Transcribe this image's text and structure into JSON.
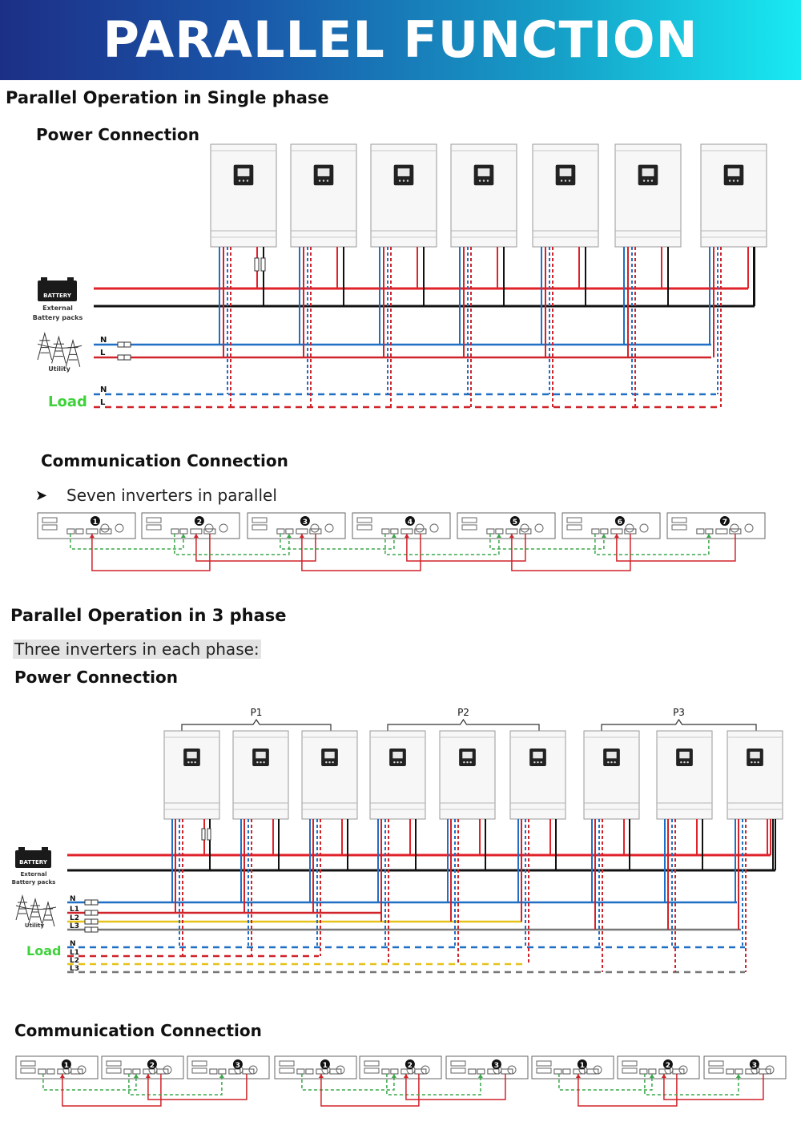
{
  "banner": {
    "title": "PARALLEL FUNCTION"
  },
  "single_phase": {
    "heading": "Parallel Operation in Single phase",
    "power_heading": "Power Connection",
    "comm_heading": "Communication Connection",
    "comm_note": "Seven inverters in parallel",
    "battery_label": "BATTERY",
    "battery_caption_1": "External",
    "battery_caption_2": "Battery packs",
    "utility_caption": "Utility",
    "load_label": "Load",
    "line_labels": [
      "N",
      "L"
    ],
    "load_line_labels": [
      "N",
      "L"
    ],
    "inverter_numbers": [
      "1",
      "2",
      "3",
      "4",
      "5",
      "6",
      "7"
    ]
  },
  "three_phase": {
    "heading": "Parallel Operation in 3 phase",
    "note": "Three inverters in each phase:",
    "power_heading": "Power Connection",
    "comm_heading": "Communication Connection",
    "battery_label": "BATTERY",
    "battery_caption_1": "External",
    "battery_caption_2": "Battery packs",
    "utility_caption": "Utility",
    "load_label": "Load",
    "line_labels": [
      "N",
      "L1",
      "L2",
      "L3"
    ],
    "load_line_labels": [
      "N",
      "L1",
      "L2",
      "L3"
    ],
    "phase_labels": [
      "P1",
      "P2",
      "P3"
    ],
    "inverter_numbers": [
      "1",
      "2",
      "3",
      "1",
      "2",
      "3",
      "1",
      "2",
      "3"
    ]
  },
  "colors": {
    "battery_positive": "#e0222a",
    "battery_negative": "#111111",
    "neutral": "#1f6fc4",
    "line": "#d0232a",
    "l2": "#e6c21a",
    "l3": "#777777",
    "load_text": "#3fd23a",
    "comm_green": "#3aa84a",
    "comm_red": "#d0232a"
  }
}
